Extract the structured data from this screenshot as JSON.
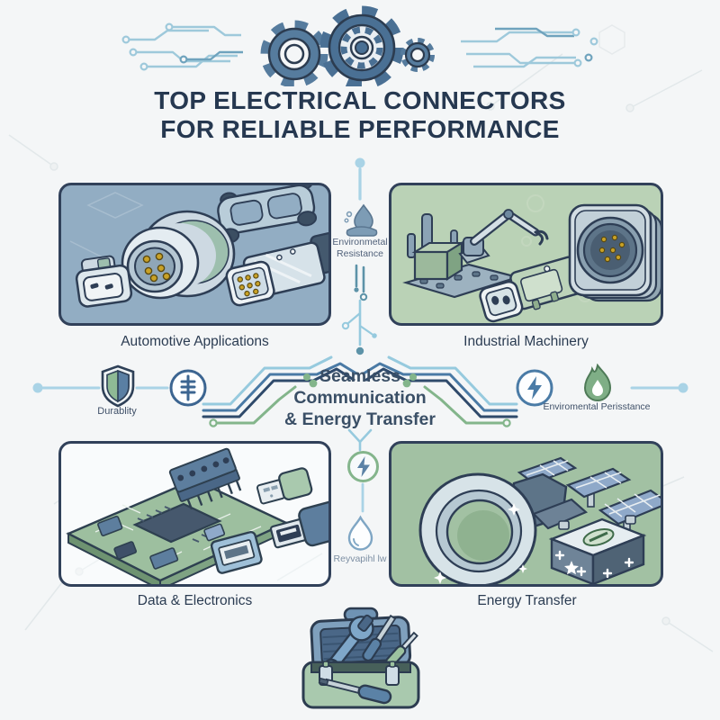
{
  "header": {
    "title_line1": "TOP ELECTRICAL CONNECTORS",
    "title_line2": "FOR RELIABLE PERFORMANCE"
  },
  "top_callout": {
    "line1": "Environmetal",
    "line2": "Resistance"
  },
  "panels": {
    "automotive": {
      "label": "Automotive Applications"
    },
    "industrial": {
      "label": "Industrial Machinery"
    },
    "data": {
      "label": "Data & Electronics"
    },
    "energy": {
      "label": "Energy Transfer"
    }
  },
  "center_headline": {
    "line1": "Seamless",
    "line2": "Communication",
    "line3": "& Energy Transfer"
  },
  "callouts": {
    "durability": {
      "label": "Durablity"
    },
    "environmental": {
      "label": "Enviromental Perisstance"
    },
    "bottom_drop": {
      "label": "Reyvapihl lw"
    }
  },
  "icons": [
    "gear-icon",
    "circuit-trace-icon",
    "droplet-hand-icon",
    "shield-icon",
    "pin-circle-icon",
    "lightning-circle-icon",
    "flame-icon",
    "droplet-outline-icon",
    "toolbox-icon"
  ],
  "colors": {
    "background": "#f4f6f7",
    "title": "#263850",
    "panel_border": "#31415a",
    "panel_automotive_bg": "#92adc3",
    "panel_industrial_bg": "#bad2b6",
    "panel_data_bg": "#f9fbfc",
    "panel_energy_bg": "#a2c1a3",
    "trace_light_blue": "#96cade",
    "trace_teal": "#5d93a8",
    "trace_steel": "#4a7aa5",
    "trace_navy": "#2f4a6b",
    "trace_green": "#83b58b",
    "gear_blue": "#567c9e",
    "pin_gold": "#c9a227"
  }
}
